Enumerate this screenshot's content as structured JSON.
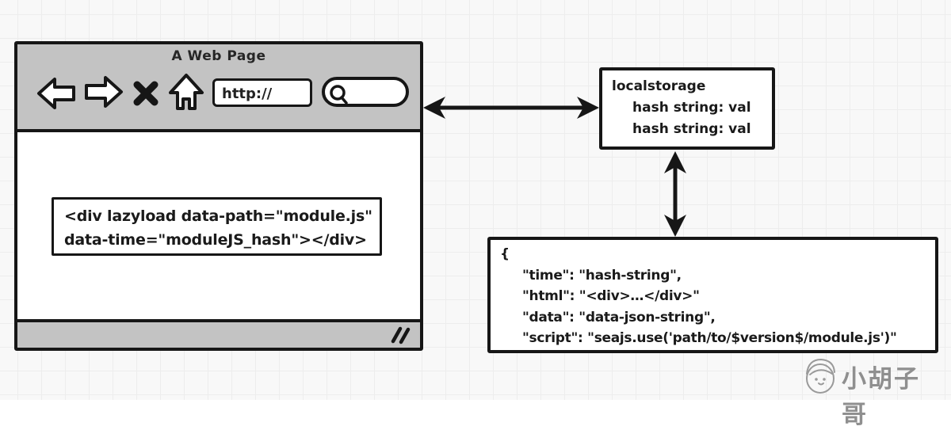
{
  "colors": {
    "stroke": "#161616",
    "titlebar_gray": "#c3c3c3",
    "background": "#f8f8f8",
    "grid_line": "#ededed",
    "watermark_gray": "#8f8f8f"
  },
  "browser": {
    "title": "A Web Page",
    "url_text": "http://",
    "toolbar_icons": [
      "back-icon",
      "forward-icon",
      "close-icon",
      "home-icon",
      "search-icon"
    ],
    "code_snippet": {
      "line1": "<div lazyload data-path=\"module.js\"",
      "line2": "data-time=\"moduleJS_hash\"></div>"
    }
  },
  "localstorage": {
    "title": "localstorage",
    "entries": [
      "hash string: val",
      "hash string: val"
    ]
  },
  "module_json": {
    "lines": [
      "{",
      "\"time\": \"hash-string\",",
      "\"html\": \"<div>…</div>\"",
      "\"data\": \"data-json-string\",",
      "\"script\": \"seajs.use('path/to/$version$/module.js')\""
    ]
  },
  "watermark": {
    "text": "小胡子哥"
  }
}
